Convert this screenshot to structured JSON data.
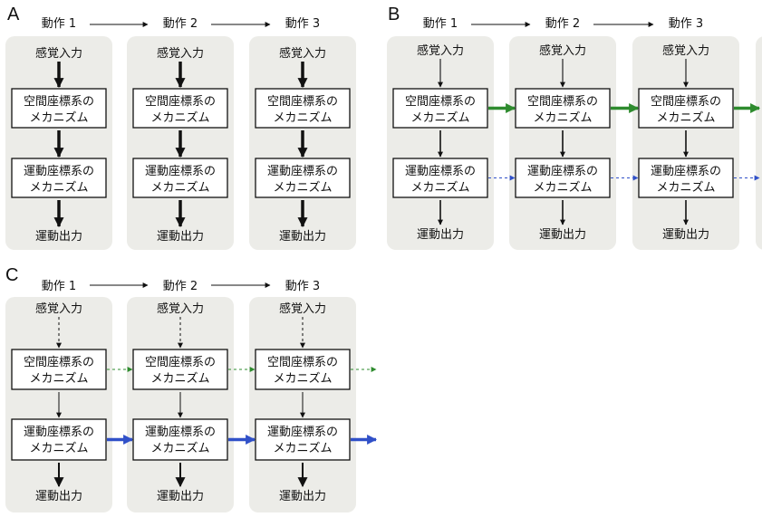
{
  "panels": [
    {
      "letter": "A",
      "actions": [
        "動作 1",
        "動作 2",
        "動作 3"
      ],
      "sensory_input": "感覚入力",
      "spatial_box": [
        "空間座標系の",
        "メカニズム"
      ],
      "motor_box": [
        "運動座標系の",
        "メカニズム"
      ],
      "motor_output": "運動出力"
    },
    {
      "letter": "B",
      "actions": [
        "動作 1",
        "動作 2",
        "動作 3"
      ],
      "sensory_input": "感覚入力",
      "spatial_box": [
        "空間座標系の",
        "メカニズム"
      ],
      "motor_box": [
        "運動座標系の",
        "メカニズム"
      ],
      "motor_output": "運動出力"
    },
    {
      "letter": "C",
      "actions": [
        "動作 1",
        "動作 2",
        "動作 3"
      ],
      "sensory_input": "感覚入力",
      "spatial_box": [
        "空間座標系の",
        "メカニズム"
      ],
      "motor_box": [
        "運動座標系の",
        "メカニズム"
      ],
      "motor_output": "運動出力"
    }
  ],
  "colors": {
    "background": "#ffffff",
    "stage_fill": "#ecece8",
    "box_fill": "#ffffff",
    "ink": "#111111",
    "action_arrow": "#111111",
    "spatial_link": "#2e8b2e",
    "motor_link": "#3050c8"
  }
}
